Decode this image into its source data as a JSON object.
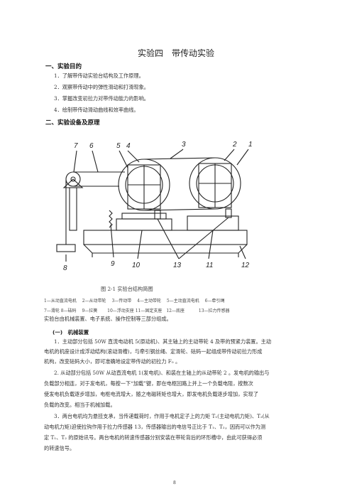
{
  "title": "实验四　带传动实验",
  "sec1": {
    "heading": "一、实验目的",
    "items": [
      "1．了解带传动实验台结构及工作原理。",
      "2．观察带传动中的弹性滑动和打滑现象。",
      "3．掌握改变初拉力对带传动能力的影响。",
      "4．绘制带传动滑动曲线和效率曲线。"
    ]
  },
  "sec2": {
    "heading": "二、实验设备及原理"
  },
  "figure": {
    "numbers": [
      "7",
      "6",
      "5",
      "4",
      "3",
      "2",
      "1",
      "8",
      "9",
      "10",
      "13",
      "11",
      "12"
    ],
    "caption": "图 2-1  实验台结构简图",
    "legend1": "1—从动直流电机　 2—从动带轮　 3—传动带　 4—主动带轮　 5—主动直流电机　 6—牵引绳",
    "legend2": "7—滑轮  8—砝码　 9—拉簧　　 10—浮动支座  11—固定支座　12—底座　　　 13—拉力传感器"
  },
  "intro": "实验台由机械装置、电子系统、操作控制等三部分组成。",
  "sub1": {
    "heading": "(一)　机械装置"
  },
  "para1": [
    "1．主动部分包括 50W 直流电动机 5(原动机)、其主轴上的主动带轮 4 及带的预紧力装置。主动",
    "电机的机座设计成浮动结构(滚动滑槽)，与牵引钢丝绳、定滑轮、砝码一起组成带传动初拉力形成",
    "机构，改变砝码大小，即可准确地设定带传动的初拉力 F₀ 。"
  ],
  "para2": [
    "2. 从动部分包括 50W 从动直流电机 1(发电机)、和装在主轴上的从动带轮 2 。发电机的输出与",
    "负载部分相连，对于发电机，每按一下“加载”键，即在电枢回路上并上一个负载电阻，按数次",
    "使发电机负载逐步增加，电枢电流增大，随之电磁转矩也增大，即发电机负载逐步增加，实现了",
    "负载的改变。相当于机械加载。"
  ],
  "para3": [
    "3．两台电机均为悬挂支承，当传递载荷时，作用于电机定子上的力矩 T₁(主动电机力矩)、T₂(从",
    "动电机力矩)迫使拉钩作用于拉力传感器 13，传感器输出的电信号正比于 T₁、T₂，因而可以作为测",
    "定 T₁、T₂ 的原始讯号。两台电机的转速传感器分别安装在带轮背后的环形槽中，由此可获得必须",
    "的转速信号。"
  ],
  "page_number": "8"
}
